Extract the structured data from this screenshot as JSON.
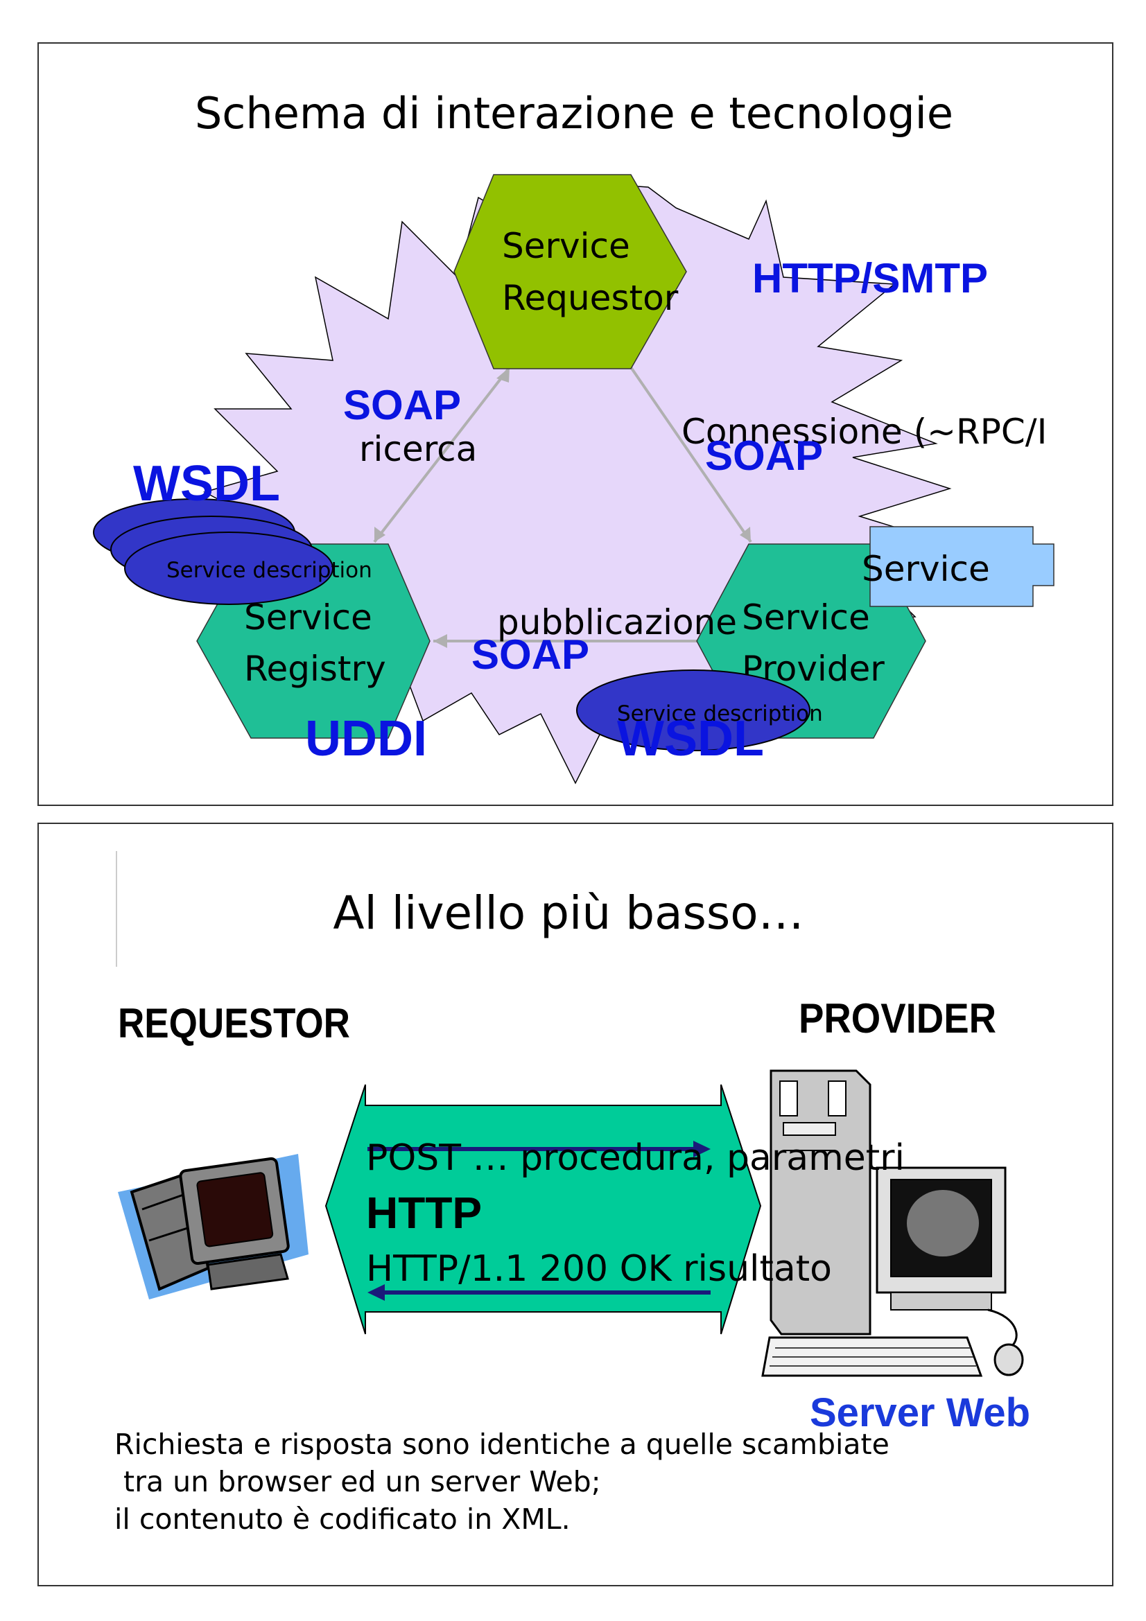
{
  "slide1": {
    "title": "Schema di interazione e tecnologie",
    "requestor_line1": "Service",
    "requestor_line2": "Requestor",
    "registry_line1": "Service",
    "registry_line2": "Registry",
    "provider_line1": "Service",
    "provider_line2": "Provider",
    "service_box": "Service",
    "http_smtp": "HTTP/SMTP",
    "soap_left": "SOAP",
    "soap_right": "SOAP",
    "soap_bottom": "SOAP",
    "ricerca": "ricerca",
    "connessione": "Connessione (~RPC/I",
    "pubblicazione": "pubblicazione",
    "wsdl_left": "WSDL",
    "wsdl_bottom": "WSDL",
    "uddi": "UDDI",
    "service_description_left": "Service description",
    "service_description_bottom": "Service description",
    "colors": {
      "star_fill": "#e6d7fa",
      "requestor_fill": "#92c100",
      "hex_fill": "#1fbf96",
      "tech_blue": "#0a14e0",
      "ellipse_fill": "#3236c8",
      "service_box_fill": "#99ccff"
    }
  },
  "slide2": {
    "title": "Al livello più basso…",
    "requestor_label": "REQUESTOR",
    "provider_label": "PROVIDER",
    "request_line": "POST … procedura, parametri",
    "protocol": "HTTP",
    "response_line": "HTTP/1.1 200 OK risultato",
    "server_web": "Server Web",
    "note_line1": "Richiesta e risposta sono identiche a quelle scambiate",
    "note_line2": " tra un browser ed un server Web;",
    "note_line3": "il contenuto è codificato in XML.",
    "colors": {
      "band_fill": "#00cc99",
      "arrow_color": "#1a1a7a",
      "server_web_color": "#1a3adb"
    }
  }
}
